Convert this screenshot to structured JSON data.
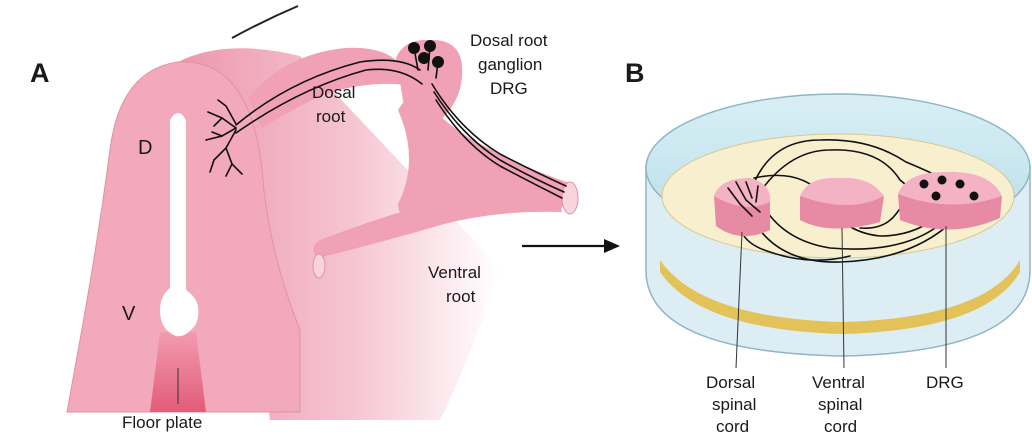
{
  "panel_a": {
    "letter": "A",
    "dorsal_marker": "D",
    "ventral_marker": "V",
    "dorsal_root": [
      "Dosal",
      "root"
    ],
    "ganglion": [
      "Dosal root",
      "ganglion",
      "DRG"
    ],
    "ventral_root": [
      "Ventral",
      "root"
    ],
    "floor_plate": "Floor plate"
  },
  "panel_b": {
    "letter": "B",
    "dorsal_cord": [
      "Dorsal",
      "spinal",
      "cord"
    ],
    "ventral_cord": [
      "Ventral",
      "spinal",
      "cord"
    ],
    "drg": "DRG"
  },
  "colors": {
    "tissue_pink": "#f2a9bc",
    "tissue_light": "#fbe4ea",
    "floor_plate": "#e8677f",
    "dish_rim": "#c9e6ee",
    "medium": "#f8efcf",
    "band": "#e3c25a"
  }
}
